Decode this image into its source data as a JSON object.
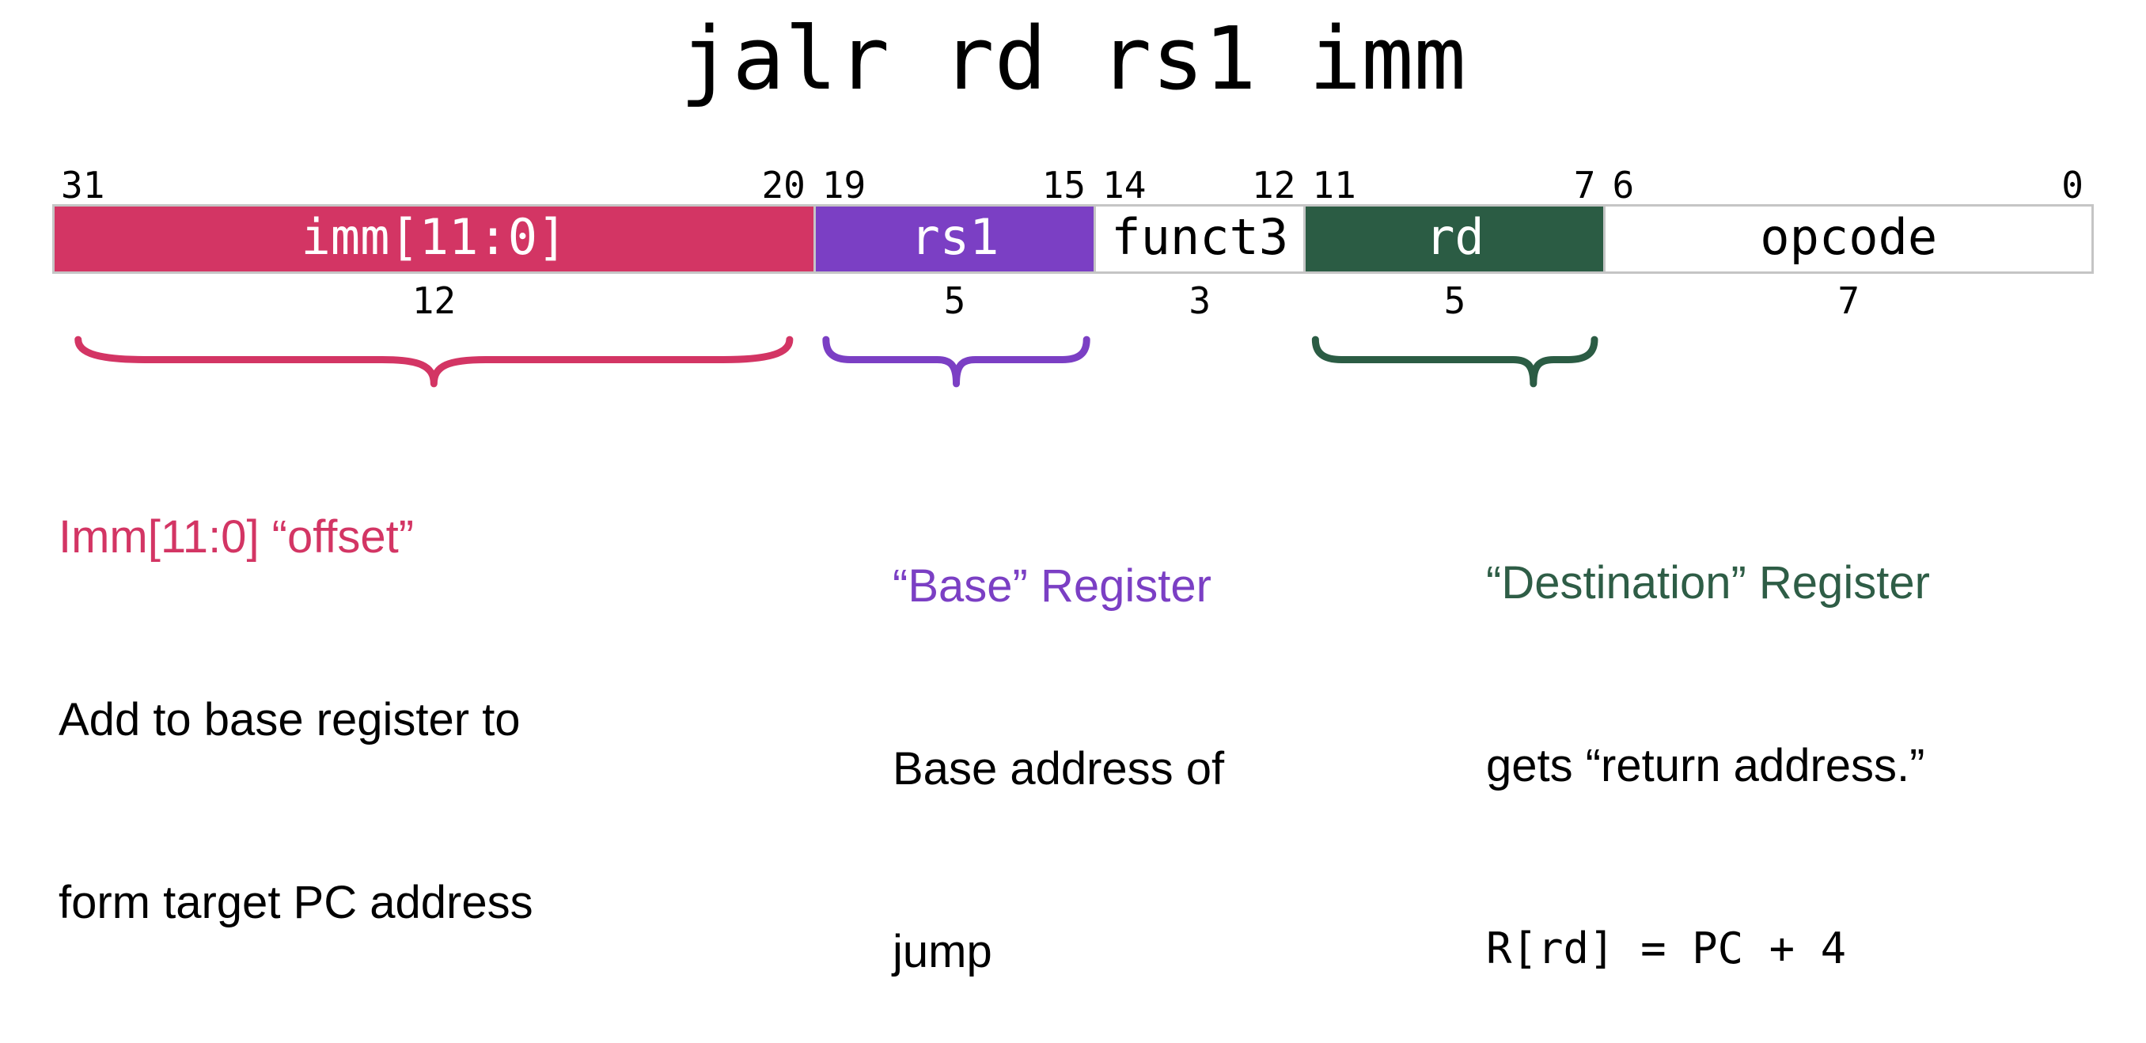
{
  "page_title": "jalr rd rs1 imm",
  "palette": {
    "imm_pink": "#d33564",
    "rs1_purple": "#7b3fc4",
    "rd_green": "#2b5c44",
    "cell_border_gray": "#c5c5c5",
    "white_cell_text": "#000000",
    "colored_cell_text": "#ffffff"
  },
  "fields": [
    {
      "label": "imm[11:0]",
      "bit_hi": "31",
      "bit_lo": "20",
      "width_bits": "12"
    },
    {
      "label": "rs1",
      "bit_hi": "19",
      "bit_lo": "15",
      "width_bits": "5"
    },
    {
      "label": "funct3",
      "bit_hi": "14",
      "bit_lo": "12",
      "width_bits": "3"
    },
    {
      "label": "rd",
      "bit_hi": "11",
      "bit_lo": "7",
      "width_bits": "5"
    },
    {
      "label": "opcode",
      "bit_hi": "6",
      "bit_lo": "0",
      "width_bits": "7"
    }
  ],
  "annotations": [
    {
      "heading": "Imm[11:0] “offset”",
      "line1": "Add to base register to",
      "line2": "form target PC address"
    },
    {
      "heading": "“Base” Register",
      "line1": "Base address of",
      "line2": "jump"
    },
    {
      "heading": "“Destination” Register",
      "line1": "gets “return address.”",
      "line2": "R[rd] = PC + 4"
    }
  ]
}
